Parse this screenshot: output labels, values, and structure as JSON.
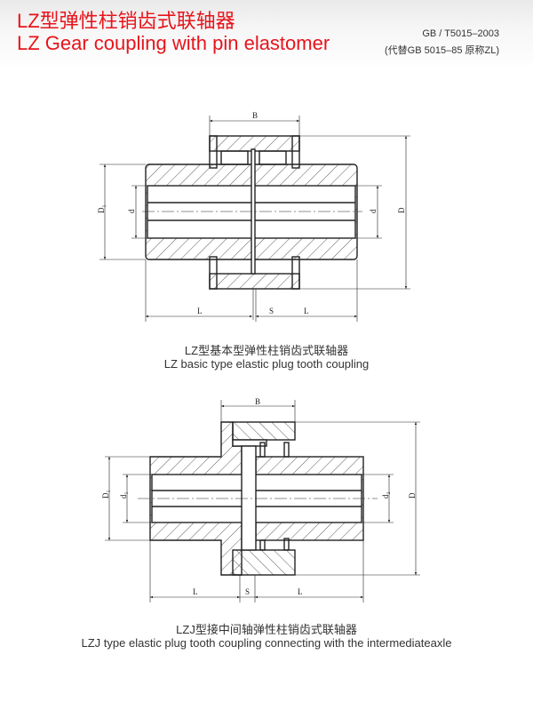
{
  "header": {
    "title_cn": "LZ型弹性柱销齿式联轴器",
    "title_en": "LZ Gear coupling with pin elastomer",
    "standard": "GB / T5015–2003",
    "replaces": "(代替GB 5015–85 原称ZL)"
  },
  "figure1": {
    "caption_cn": "LZ型基本型弹性柱销齿式联轴器",
    "caption_en": "LZ basic type elastic plug tooth  coupling",
    "labels": {
      "B": "B",
      "D1": "D₁",
      "d_left": "d",
      "d_right": "d",
      "D": "D",
      "L_left": "L",
      "S": "S",
      "L_right": "L"
    }
  },
  "figure2": {
    "caption_cn": "LZJ型接中间轴弹性柱销齿式联轴器",
    "caption_en": "LZJ type elastic plug tooth coupling connecting with the intermediateaxle",
    "labels": {
      "B": "B",
      "D1": "D₁",
      "d1": "d₁",
      "d2": "d₂",
      "D": "D",
      "L_left": "L",
      "S": "S",
      "L_right": "L"
    }
  },
  "colors": {
    "title": "#e8141b",
    "line": "#222222"
  }
}
